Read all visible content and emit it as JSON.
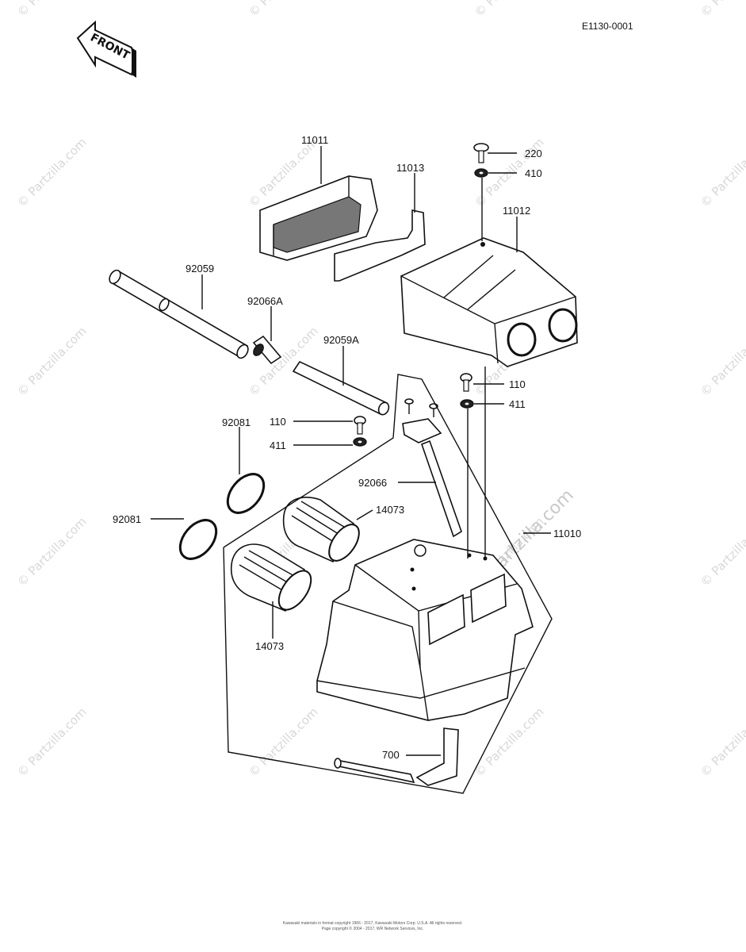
{
  "diagram_code": "E1130-0001",
  "front_label": "FRONT",
  "watermark": "© Partzilla.com",
  "center_watermark": "Partzilla.com",
  "parts": {
    "p11011": "11011",
    "p11013": "11013",
    "p220": "220",
    "p410": "410",
    "p11012": "11012",
    "p92059": "92059",
    "p92066A": "92066A",
    "p92059A": "92059A",
    "p110_right": "110",
    "p411_right": "411",
    "p92081_top": "92081",
    "p110_left": "110",
    "p411_left": "411",
    "p92066": "92066",
    "p14073_top": "14073",
    "p11010": "11010",
    "p92081_left": "92081",
    "p14073_bottom": "14073",
    "p700": "700"
  },
  "footer": {
    "line1": "Kawasaki materials in format copyright 1966 - 2017, Kawasaki Motors Corp. U.S.A. All rights reserved.",
    "line2": "Page copyright © 2004 - 2017, WR Network Services, Inc."
  }
}
